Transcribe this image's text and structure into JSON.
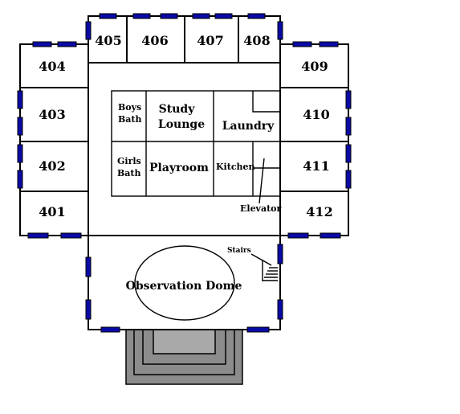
{
  "rooms": {
    "r401": "401",
    "r402": "402",
    "r403": "403",
    "r404": "404",
    "r405": "405",
    "r406": "406",
    "r407": "407",
    "r408": "408",
    "r409": "409",
    "r410": "410",
    "r411": "411",
    "r412": "412"
  },
  "center": {
    "boys_bath_1": "Boys",
    "boys_bath_2": "Bath",
    "girls_bath_1": "Girls",
    "girls_bath_2": "Bath",
    "study_1": "Study",
    "study_2": "Lounge",
    "playroom": "Playroom",
    "laundry": "Laundry",
    "kitchen": "Kitchen"
  },
  "labels": {
    "elevator": "Elevator",
    "stairs": "Stairs",
    "dome": "Observation Dome"
  },
  "colors": {
    "window": "#0a0aa6",
    "platform_outer": "#8c8c8c",
    "platform_inner": "#a9a9a9"
  }
}
